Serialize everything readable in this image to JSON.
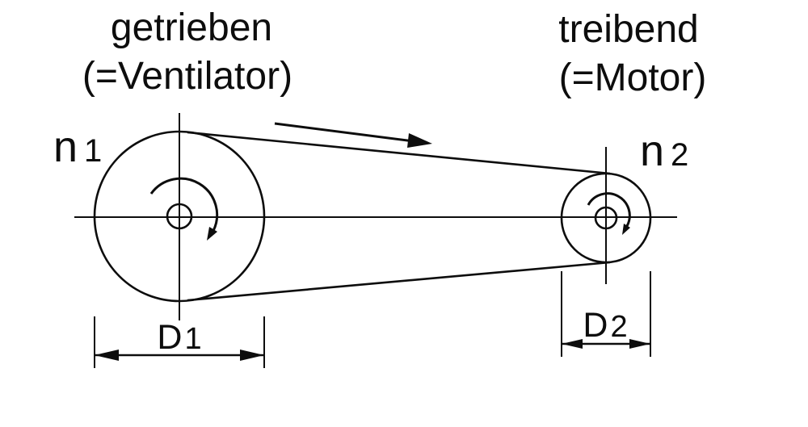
{
  "diagram": {
    "left_pulley": {
      "caption_line1": "getrieben",
      "caption_line2": "(=Ventilator)",
      "speed_symbol": "n",
      "speed_index": "1",
      "diameter_symbol": "D",
      "diameter_index": "1"
    },
    "right_pulley": {
      "caption_line1": "treibend",
      "caption_line2": "(=Motor)",
      "speed_symbol": "n",
      "speed_index": "2",
      "diameter_symbol": "D",
      "diameter_index": "2"
    },
    "colors": {
      "line": "#0d0d0d",
      "background": "#ffffff"
    }
  }
}
